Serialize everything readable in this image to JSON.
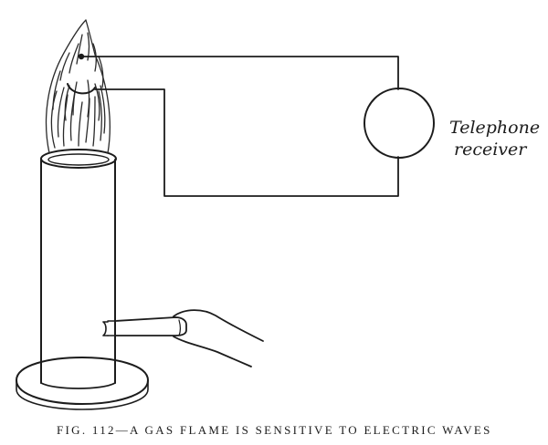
{
  "figure": {
    "label_line1": "Telephone",
    "label_line2": "receiver",
    "caption": "FIG. 112—A GAS FLAME IS SENSITIVE TO ELECTRIC WAVES"
  },
  "colors": {
    "ink": "#1c1c1c",
    "paper": "#ffffff"
  }
}
